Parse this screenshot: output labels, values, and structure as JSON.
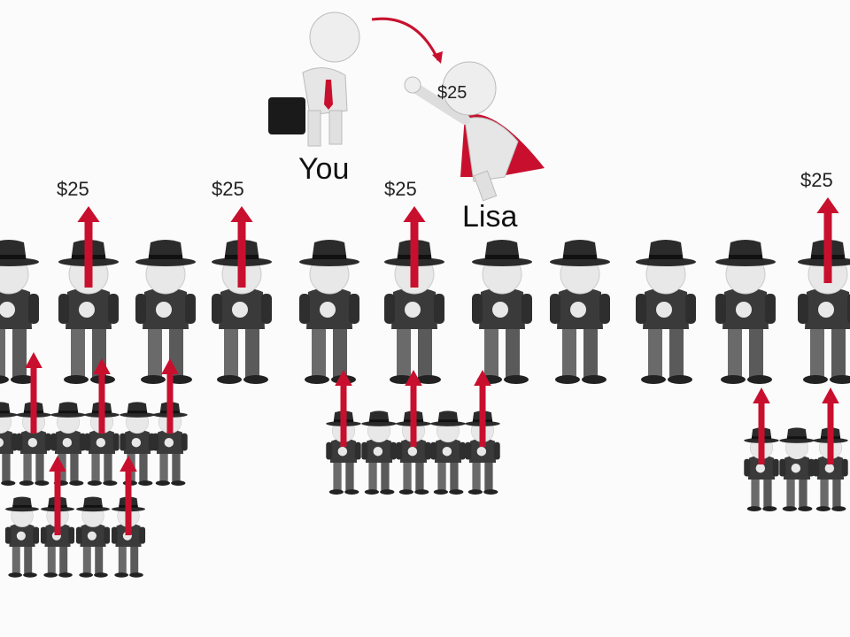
{
  "people": {
    "you_label": "You",
    "lisa_label": "Lisa",
    "lisa_amount": "$25"
  },
  "payments": {
    "amounts": [
      "$25",
      "$25",
      "$25",
      "$25"
    ]
  },
  "colors": {
    "arrow": "#c8102e",
    "hat": "#2b2b2b",
    "suit": "#3a3a3a",
    "skin": "#e8e8e8",
    "cape": "#c8102e"
  }
}
